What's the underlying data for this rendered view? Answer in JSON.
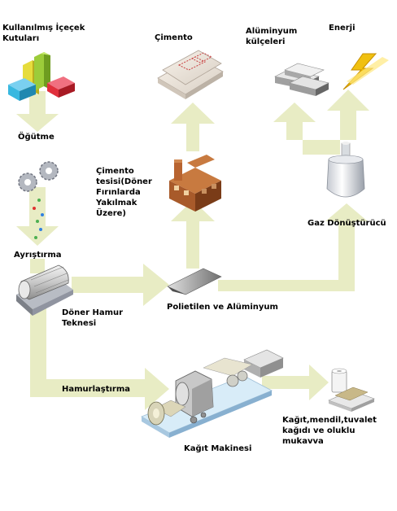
{
  "labels": {
    "cans": "Kullanılmış İçeçek\nKutuları",
    "grinding": "Öğütme",
    "cement": "Çimento",
    "aluminum_ingots": "Alüminyum\nkülçeleri",
    "energy": "Enerji",
    "cement_plant": "Çimento\ntesisi(Döner\nFırınlarda\nYakılmak\nÜzere)",
    "gas_converter": "Gaz Dönüştürücü",
    "separation": "Ayrıştırma",
    "rotary_pulper": "Döner Hamur\nTeknesi",
    "polyethylene_aluminum": "Polietilen ve Alüminyum",
    "pulping": "Hamurlaştırma",
    "paper_machine": "Kağıt Makinesi",
    "paper_products": "Kağıt,mendil,tuvalet\nkağıdı ve oluklu\nmukavva"
  },
  "colors": {
    "arrow": "#e8ecc4",
    "green_box": "#9ccc3a",
    "yellow_box": "#e6dc3c",
    "red_box": "#e0303c",
    "cyan_box": "#38b8e0",
    "factory": "#a85a2a",
    "lightning": "#f0c010",
    "machine_base": "#d8ecf8"
  },
  "icons": [
    "cans-icon",
    "gears-icon",
    "cement-bags-icon",
    "aluminum-ingots-icon",
    "lightning-icon",
    "factory-icon",
    "gas-converter-icon",
    "rotary-drum-icon",
    "polyethylene-pile-icon",
    "paper-machine-icon",
    "paper-products-icon"
  ]
}
